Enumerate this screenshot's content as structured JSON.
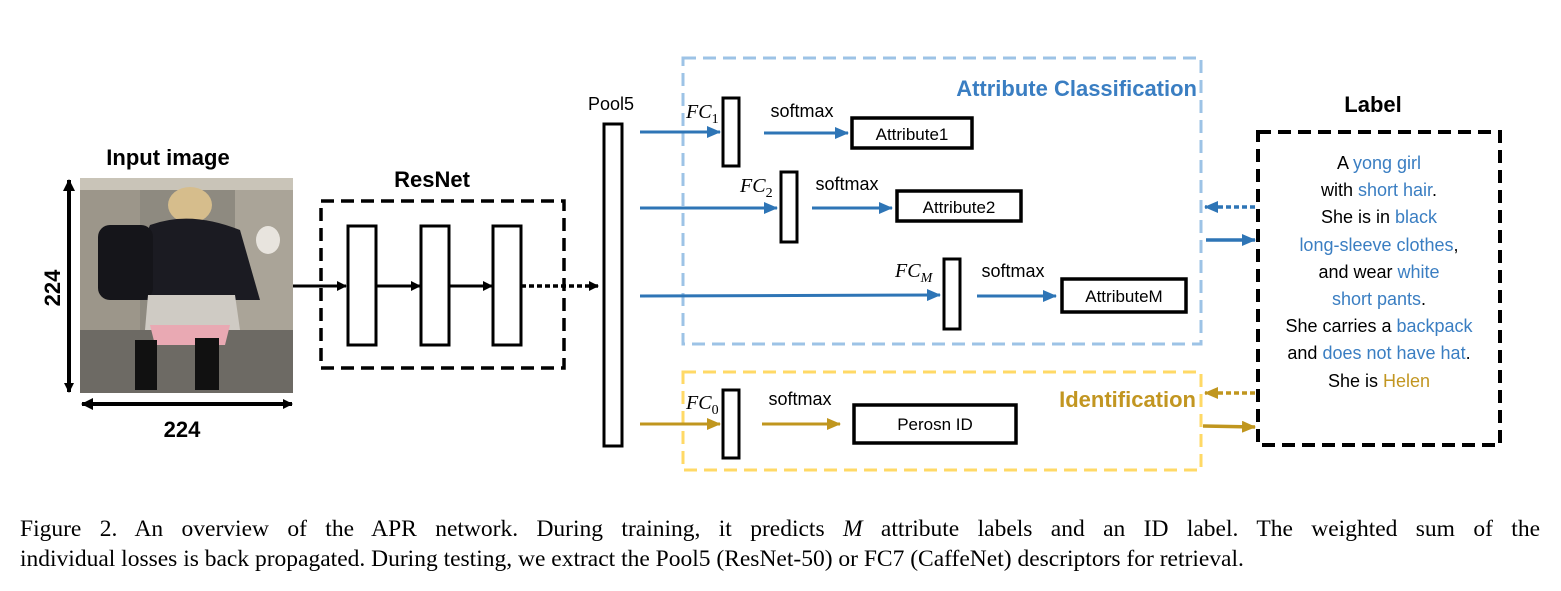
{
  "colors": {
    "blue_arrow": "#2e75b6",
    "blue_box": "#9dc3e6",
    "blue_text": "#3a7ec2",
    "gold_arrow": "#c0961e",
    "gold_box": "#ffd966",
    "gold_text": "#c29621",
    "black": "#000000"
  },
  "input": {
    "title": "Input image",
    "height_label": "224",
    "width_label": "224"
  },
  "resnet": {
    "title": "ResNet"
  },
  "pool5": {
    "label": "Pool5"
  },
  "attribute_section": {
    "title": "Attribute Classification",
    "branches": [
      {
        "fc_base": "FC",
        "fc_sub": "1",
        "softmax": "softmax",
        "output": "Attribute1"
      },
      {
        "fc_base": "FC",
        "fc_sub": "2",
        "softmax": "softmax",
        "output": "Attribute2"
      },
      {
        "fc_base": "FC",
        "fc_sub": "M",
        "softmax": "softmax",
        "output": "AttributeM"
      }
    ]
  },
  "identification_section": {
    "title": "Identification",
    "fc_base": "FC",
    "fc_sub": "0",
    "softmax": "softmax",
    "output": "Perosn ID"
  },
  "label": {
    "title": "Label",
    "lines": [
      [
        {
          "t": "A ",
          "c": ""
        },
        {
          "t": "yong girl",
          "c": "blue"
        }
      ],
      [
        {
          "t": "with ",
          "c": ""
        },
        {
          "t": "short hair",
          "c": "blue"
        },
        {
          "t": ".",
          "c": ""
        }
      ],
      [
        {
          "t": "She is in ",
          "c": ""
        },
        {
          "t": "black",
          "c": "blue"
        }
      ],
      [
        {
          "t": "long-sleeve clothes",
          "c": "blue"
        },
        {
          "t": ",",
          "c": ""
        }
      ],
      [
        {
          "t": "and wear ",
          "c": ""
        },
        {
          "t": "white",
          "c": "blue"
        }
      ],
      [
        {
          "t": "short pants",
          "c": "blue"
        },
        {
          "t": ".",
          "c": ""
        }
      ],
      [
        {
          "t": "She carries a ",
          "c": ""
        },
        {
          "t": "backpack",
          "c": "blue"
        }
      ],
      [
        {
          "t": "and ",
          "c": ""
        },
        {
          "t": "does not have hat",
          "c": "blue"
        },
        {
          "t": ".",
          "c": ""
        }
      ],
      [
        {
          "t": "She is ",
          "c": ""
        },
        {
          "t": "Helen",
          "c": "gold"
        }
      ]
    ]
  },
  "caption": {
    "line1_a": "Figure 2. An overview of the APR network.  During training, it predicts ",
    "line1_m": "M",
    "line1_b": " attribute labels and an ID label.  The weighted sum of the",
    "line2": "individual losses is back propagated. During testing, we extract the Pool5 (ResNet-50) or FC7 (CaffeNet) descriptors for retrieval."
  }
}
